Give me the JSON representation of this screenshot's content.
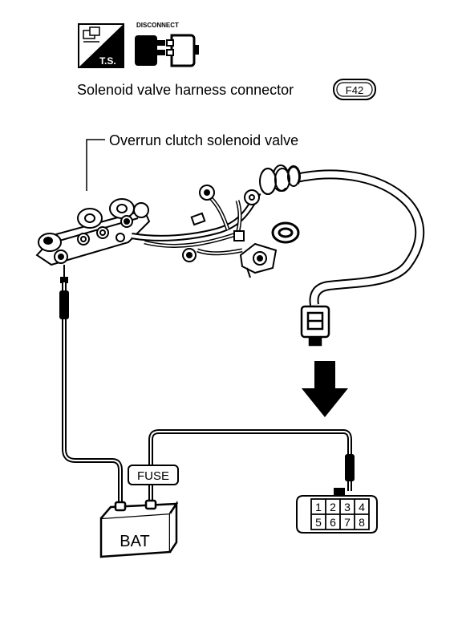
{
  "icons": {
    "ts_label": "T.S.",
    "disconnect_label": "DISCONNECT"
  },
  "title": {
    "text": "Solenoid valve harness connector",
    "connector_code": "F42"
  },
  "callouts": {
    "valve": "Overrun clutch solenoid valve"
  },
  "fuse_label": "FUSE",
  "battery_label": "BAT",
  "connector_terminals": {
    "top_row": [
      "1",
      "2",
      "3",
      "4"
    ],
    "bottom_row": [
      "5",
      "6",
      "7",
      "8"
    ]
  }
}
